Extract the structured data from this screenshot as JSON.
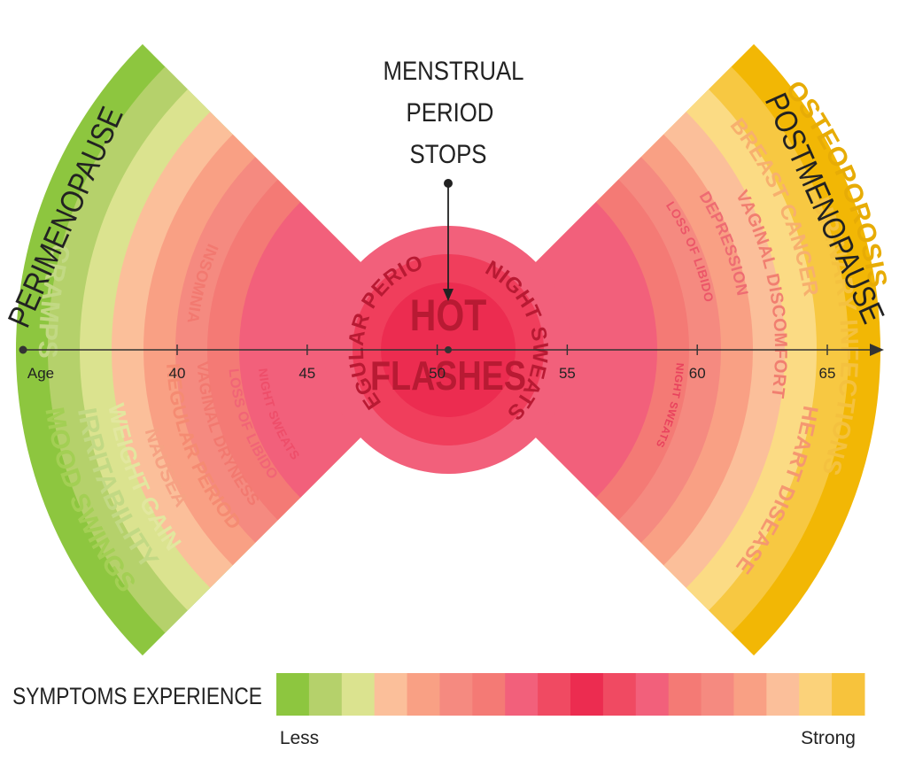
{
  "title_lines": [
    "MENSTRUAL",
    "PERIOD",
    "STOPS"
  ],
  "phases": {
    "left": "PERIMENOPAUSE",
    "right": "POSTMENOPAUSE"
  },
  "center": {
    "line1": "HOT",
    "line2": "FLASHES"
  },
  "axis": {
    "label": "Age",
    "ticks": [
      "40",
      "45",
      "50",
      "55",
      "60",
      "65"
    ]
  },
  "left_symptoms": {
    "upper": [
      "MOOD SWINGS",
      "IRRITABILITY",
      "WEIGHT GAIN",
      "NAUSEA",
      "IRREGULAR PERIODS",
      "VAGINAL DRYNESS",
      "LOSS OF LIBIDO",
      "NIGHT SWEATS"
    ],
    "lower": [
      "CRAMPS",
      "INSOMNIA"
    ]
  },
  "center_symptoms": [
    "IRREGULAR PERIODS",
    "NIGHT SWEATS"
  ],
  "right_symptoms": [
    "OSTEOPOROSIS",
    "URINARY INFECTIONS",
    "BREAST CANCER",
    "HEART DISEASE",
    "VAGINAL DISCOMFORT",
    "DEPRESSION",
    "LOSS OF LIBIDO",
    "NIGHT SWEATS"
  ],
  "legend": {
    "title": "SYMPTOMS EXPERIENCE",
    "low": "Less",
    "high": "Strong",
    "colors": [
      "#8dc63f",
      "#b5d16b",
      "#dbe38f",
      "#fbbf9a",
      "#f9a084",
      "#f58a80",
      "#f47a75",
      "#f2607b",
      "#f04a62",
      "#ec2c50",
      "#f04a62",
      "#f2607b",
      "#f47a75",
      "#f58a80",
      "#f9a084",
      "#fbbf9a",
      "#fbd27a",
      "#f7c33c"
    ]
  },
  "colors": {
    "left_rings": [
      "#8dc63f",
      "#b5d16b",
      "#dbe38f",
      "#fbbf9a",
      "#f9a084",
      "#f58a80",
      "#f47a75",
      "#f2607b"
    ],
    "right_rings": [
      "#f2b705",
      "#f7c842",
      "#fbdb84",
      "#fbbf9a",
      "#f9a084",
      "#f58a80",
      "#f47a75",
      "#f2607b"
    ],
    "center": "#ec2c50",
    "center_mid": "#f03e5c",
    "left_text": [
      "#a3cf54",
      "#c2d984",
      "#e2e79f",
      "#f6a283",
      "#f58b72",
      "#f27970",
      "#f16476",
      "#ee4e6a"
    ],
    "right_text": [
      "#e7ac06",
      "#f4c13f",
      "#f7b06e",
      "#f59870",
      "#f17f70",
      "#ee6c72",
      "#ec5668",
      "#e9425d"
    ]
  }
}
